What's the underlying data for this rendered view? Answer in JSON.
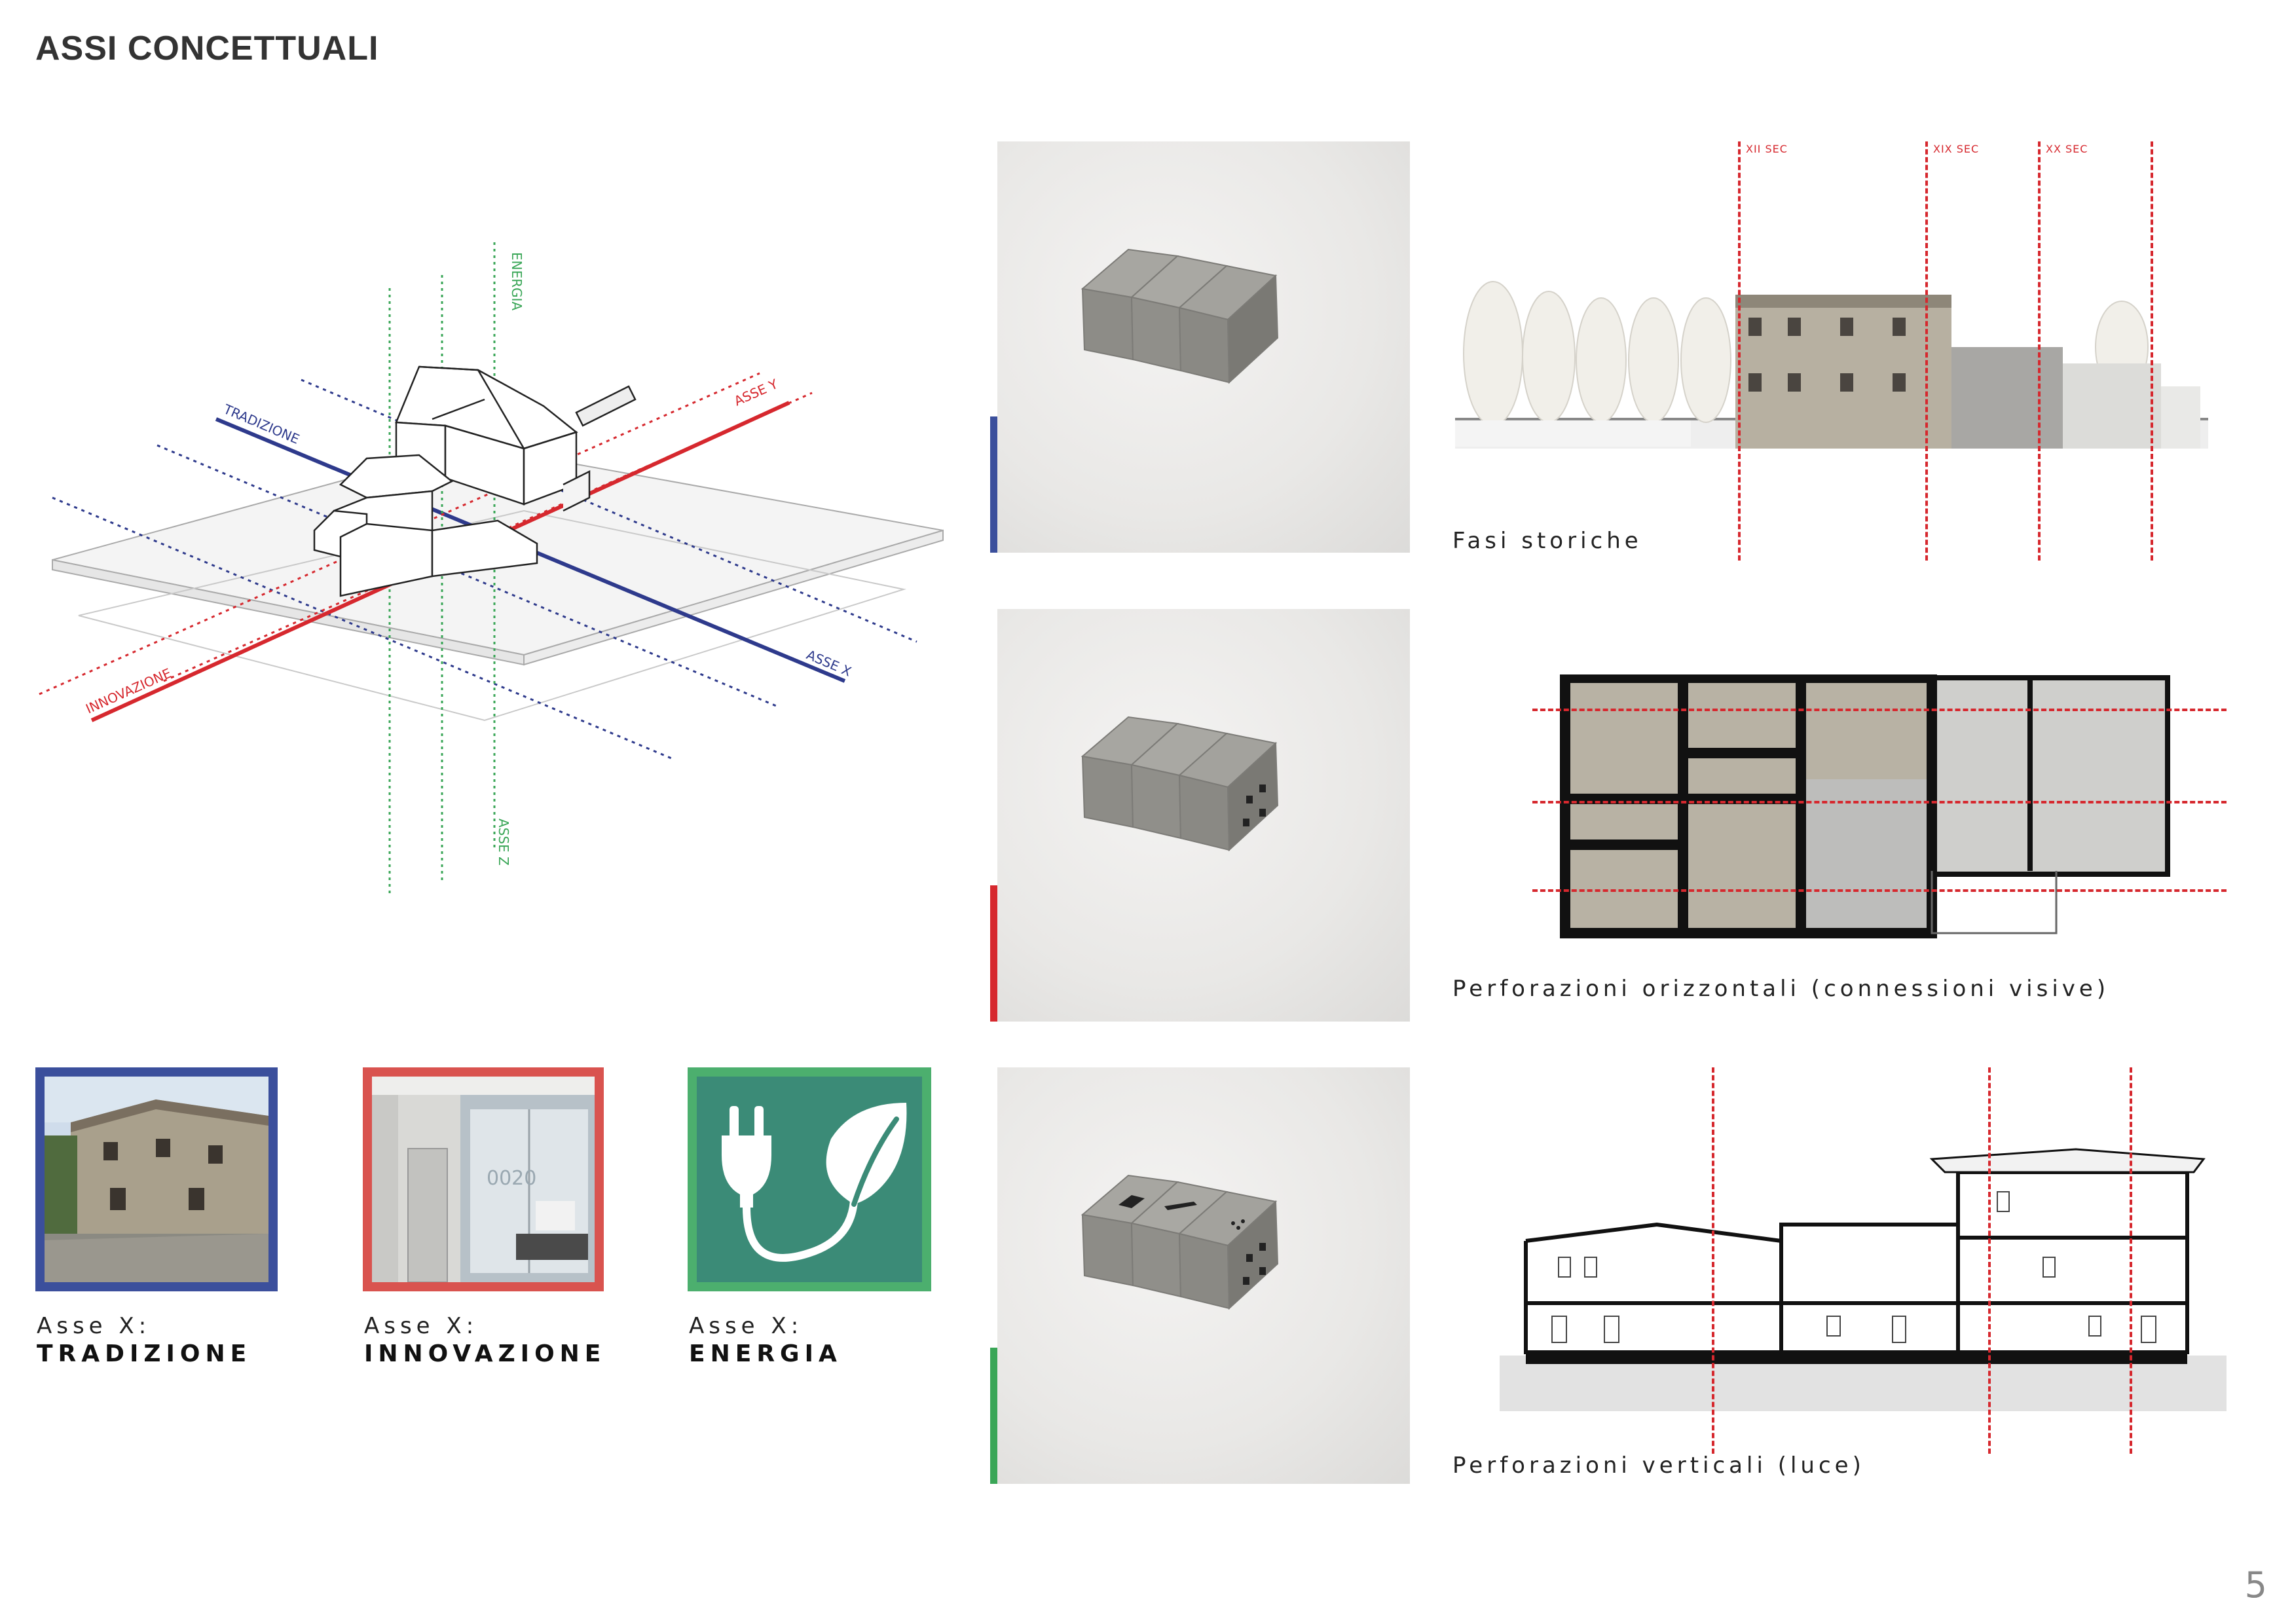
{
  "page": {
    "title": "ASSI CONCETTUALI",
    "number": "5"
  },
  "axonometric": {
    "labels": {
      "tradizione": "TRADIZIONE",
      "innovazione": "INNOVAZIONE",
      "energia": "ENERGIA",
      "asse_x": "ASSE X",
      "asse_y": "ASSE Y",
      "asse_z": "ASSE Z"
    },
    "colors": {
      "tradizione": "#2e3a8c",
      "innovazione": "#d6282e",
      "energia": "#3aa657"
    }
  },
  "axis_cards": [
    {
      "prefix": "Asse X:",
      "name": "TRADIZIONE",
      "frame_color": "#3b4f9c",
      "icon": "stone-farmhouse-photo"
    },
    {
      "prefix": "Asse X:",
      "name": "INNOVAZIONE",
      "frame_color": "#d9534f",
      "icon": "office-interior-photo"
    },
    {
      "prefix": "Asse X:",
      "name": "ENERGIA",
      "frame_color": "#4caf6e",
      "icon": "plug-leaf-icon"
    }
  ],
  "rows": [
    {
      "bar_color": "#3b4f9c",
      "caption": "Fasi storiche",
      "sections": [
        "XII SEC",
        "XIX SEC",
        "XX SEC"
      ]
    },
    {
      "bar_color": "#d6282e",
      "caption": "Perforazioni orizzontali (connessioni visive)"
    },
    {
      "bar_color": "#3aa657",
      "caption": "Perforazioni verticali (luce)"
    }
  ]
}
